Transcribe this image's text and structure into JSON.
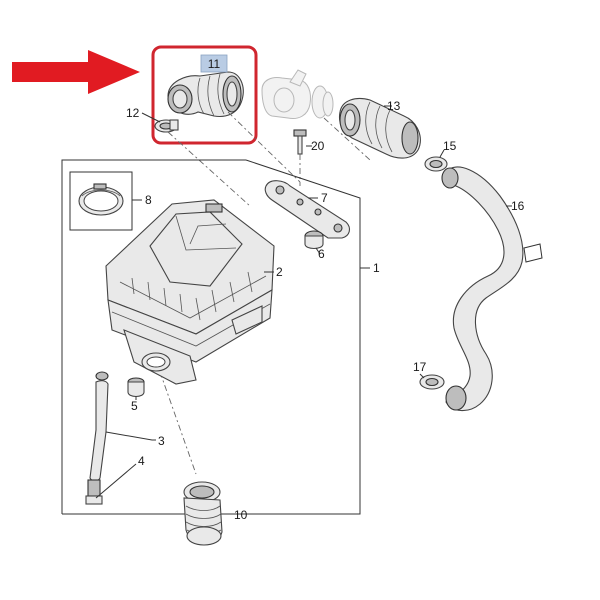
{
  "diagram": {
    "callouts": {
      "c1": "1",
      "c2": "2",
      "c3": "3",
      "c4": "4",
      "c5": "5",
      "c6": "6",
      "c7": "7",
      "c8": "8",
      "c10": "10",
      "c11": "11",
      "c12": "12",
      "c13": "13",
      "c15": "15",
      "c16": "16",
      "c17": "17",
      "c20": "20"
    },
    "highlight": {
      "part": "11",
      "box_color": "#d0262f",
      "arrow_color": "#e11b22",
      "tag_color": "#b9cce4"
    }
  }
}
